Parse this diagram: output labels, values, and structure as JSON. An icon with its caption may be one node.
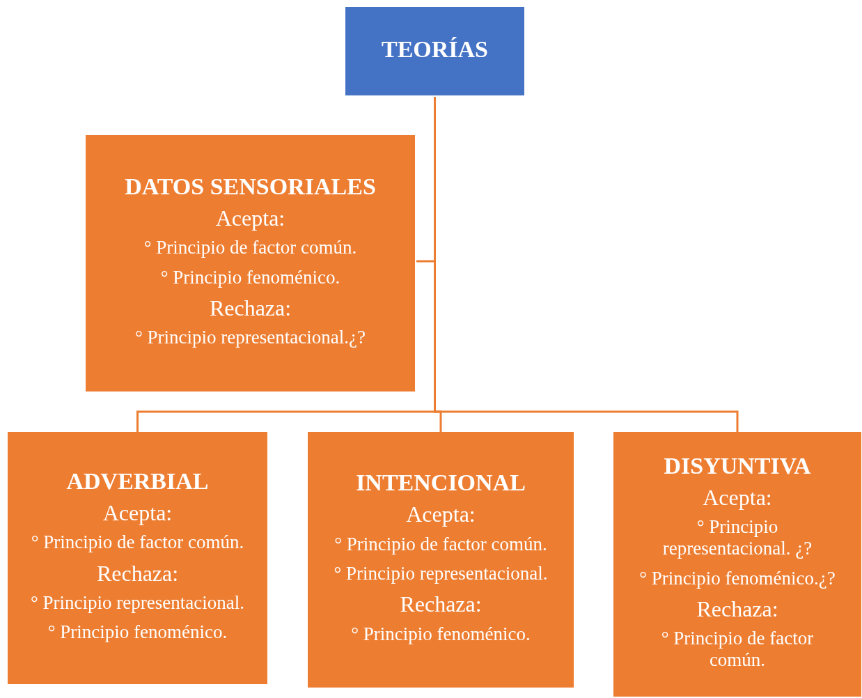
{
  "diagram": {
    "nodes": [
      {
        "text": [
          "TEORÍAS"
        ]
      },
      {
        "text": [
          "DATOS SENSORIALES",
          "Acepta:",
          "° Principio de factor común.",
          "° Principio fenoménico.",
          "Rechaza:",
          "° Principio representacional.¿?"
        ]
      },
      {
        "text": [
          "ADVERBIAL",
          "Acepta:",
          "° Principio de factor común.",
          "Rechaza:",
          "° Principio representacional.",
          "° Principio fenoménico."
        ]
      },
      {
        "text": [
          "INTENCIONAL",
          "Acepta:",
          "° Principio de factor común.",
          "° Principio representacional.",
          "Rechaza:",
          "° Principio fenoménico."
        ]
      },
      {
        "text": [
          "DISYUNTIVA",
          "Acepta:",
          "° Principio representacional. ¿?",
          "° Principio fenoménico.¿?",
          "Rechaza:",
          "° Principio de factor común."
        ]
      }
    ],
    "edges": [
      {
        "from": 0,
        "to": 1,
        "arrow": "none"
      },
      {
        "from": 0,
        "to": 2,
        "arrow": "none"
      },
      {
        "from": 0,
        "to": 3,
        "arrow": "none"
      },
      {
        "from": 0,
        "to": 4,
        "arrow": "none"
      }
    ]
  }
}
